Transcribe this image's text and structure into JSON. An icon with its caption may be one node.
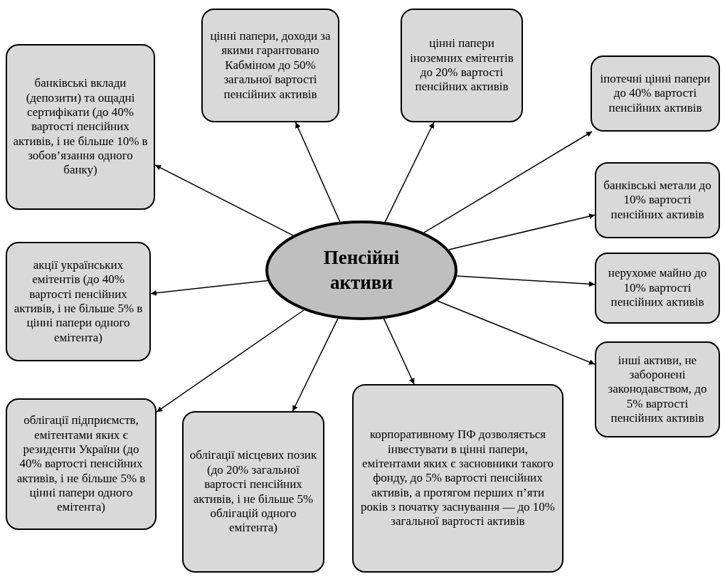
{
  "diagram": {
    "nodes": [
      {
        "text": [
          "Пенсійні активи"
        ]
      },
      {
        "text": [
          "банківські вклади (депозити) та ощадні сертифікати (до 40% вартості пенсійних активів, і не більше 10% в зобов’язання одного банку)"
        ]
      },
      {
        "text": [
          "цінні папери, доходи за якими гарантовано Кабміном до 50% загальної вартості пенсійних активів"
        ]
      },
      {
        "text": [
          "цінні папери іноземних емітентів до 20% вартості пенсійних активів"
        ]
      },
      {
        "text": [
          "іпотечні цінні папери до 40% вартості пенсійних активів"
        ]
      },
      {
        "text": [
          "банківські метали до 10% вартості пенсійних активів"
        ]
      },
      {
        "text": [
          "нерухоме майно до 10% вартості пенсійних активів"
        ]
      },
      {
        "text": [
          "інші активи, не заборонені законодавством, до 5% вартості пенсійних активів"
        ]
      },
      {
        "text": [
          "корпоративному ПФ дозволяється інвестувати в цінні папери, емітентами яких є засновники такого фонду, до 5% вартості пенсійних активів, а протягом перших п’яти років з початку заснування — до 10% загальної вартості активів"
        ]
      },
      {
        "text": [
          "облігації місцевих позик (до 20% загальної вартості пенсійних активів, і не більше 5% облігацій одного емітента)"
        ]
      },
      {
        "text": [
          "облігації підприємств, емітентами яких є резиденти України (до 40% вартості пенсійних активів, і не більше 5% в цінні папери одного емітента)"
        ]
      },
      {
        "text": [
          "акції українських емітентів (до 40% вартості пенсійних активів, і не більше 5% в цінні папери одного емітента)"
        ]
      }
    ],
    "edges": [
      {
        "from": 0,
        "to": 1,
        "arrow": "to"
      },
      {
        "from": 0,
        "to": 2,
        "arrow": "to"
      },
      {
        "from": 0,
        "to": 3,
        "arrow": "to"
      },
      {
        "from": 0,
        "to": 4,
        "arrow": "to"
      },
      {
        "from": 0,
        "to": 5,
        "arrow": "to"
      },
      {
        "from": 0,
        "to": 6,
        "arrow": "to"
      },
      {
        "from": 0,
        "to": 7,
        "arrow": "to"
      },
      {
        "from": 0,
        "to": 8,
        "arrow": "to"
      },
      {
        "from": 0,
        "to": 9,
        "arrow": "to"
      },
      {
        "from": 0,
        "to": 10,
        "arrow": "to"
      },
      {
        "from": 0,
        "to": 11,
        "arrow": "to"
      }
    ]
  }
}
